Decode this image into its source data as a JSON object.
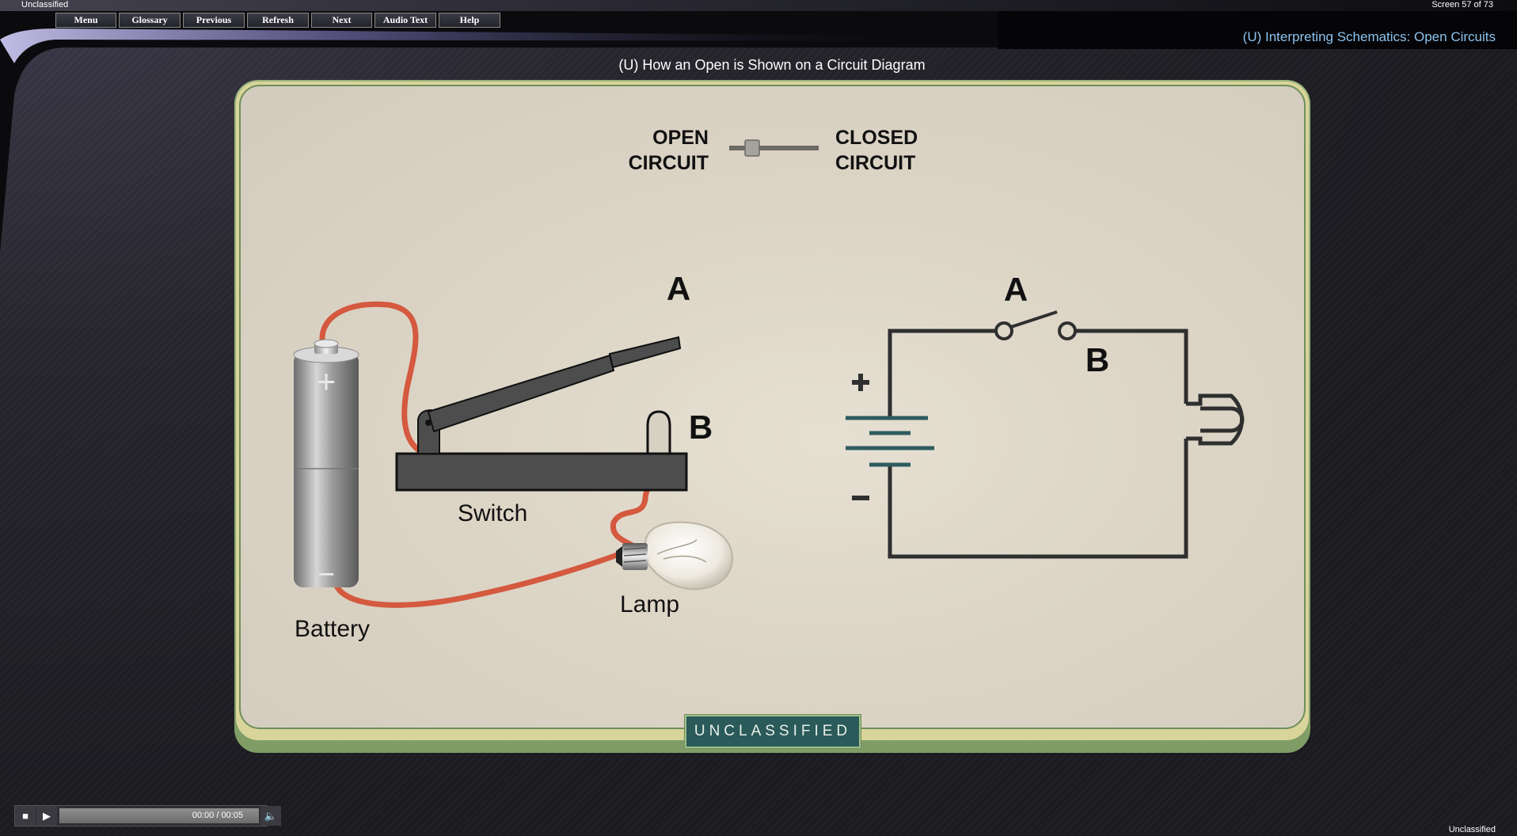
{
  "header": {
    "classification": "Unclassified",
    "screen_counter": "Screen 57 of 73",
    "course_title": "(U) Interpreting Schematics: Open Circuits"
  },
  "nav": {
    "buttons": [
      "Menu",
      "Glossary",
      "Previous",
      "Refresh",
      "Next",
      "Audio Text",
      "Help"
    ]
  },
  "screen": {
    "title": "(U) How an Open is Shown on a Circuit Diagram"
  },
  "toggle": {
    "left_label_1": "OPEN",
    "left_label_2": "CIRCUIT",
    "right_label_1": "CLOSED",
    "right_label_2": "CIRCUIT",
    "position": 0
  },
  "illustration": {
    "battery_label": "Battery",
    "switch_label": "Switch",
    "lamp_label": "Lamp",
    "point_a": "A",
    "point_b": "B",
    "plus": "+",
    "minus": "−"
  },
  "schematic": {
    "point_a": "A",
    "point_b": "B"
  },
  "badge": "UNCLASSIFIED",
  "player": {
    "time": "00:00 / 00:05",
    "progress": 0
  },
  "footer": {
    "classification": "Unclassified"
  },
  "colors": {
    "wire": "#d4593f",
    "schematic_line": "#2f2f2f",
    "battery_plates": "#2e5b5f",
    "course_title": "#8cc2ee",
    "badge_bg": "#2a5a5a"
  }
}
